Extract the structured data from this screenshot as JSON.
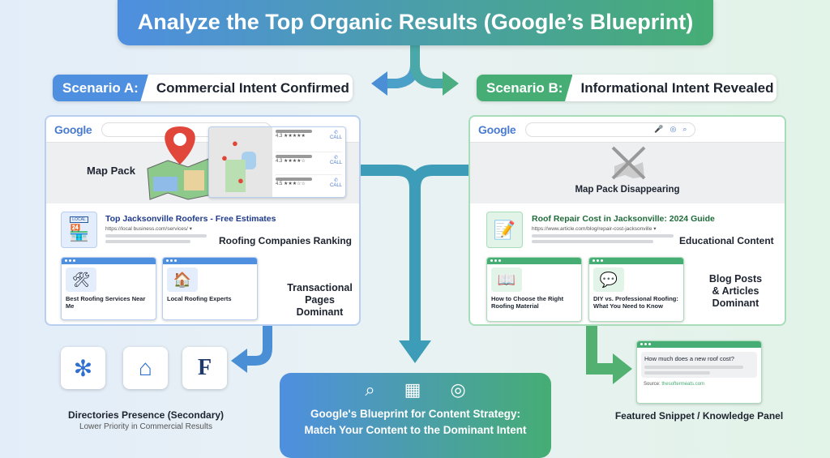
{
  "title": "Analyze the Top Organic Results (Google’s Blueprint)",
  "scenario_a": {
    "label": "Scenario A:",
    "text": "Commercial Intent Confirmed",
    "color": "#4f8fe0",
    "google": "Google",
    "map_pack": "Map Pack",
    "listings": [
      {
        "rating": "4.3 ★★★★★",
        "call": "CALL"
      },
      {
        "rating": "4.3 ★★★★☆",
        "call": "CALL"
      },
      {
        "rating": "4.5 ★★★☆☆",
        "call": "CALL"
      }
    ],
    "result_title": "Top Jacksonville Roofers - Free Estimates",
    "result_url": "https://local business.com/services/ ▾",
    "result_icon_text": "LOCAL",
    "ranking_label": "Roofing Companies Ranking",
    "pages": [
      "Best Roofing Services Near Me",
      "Local Roofing Experts"
    ],
    "dominant_label": "Transactional Pages Dominant",
    "directories_label": "Directories Presence (Secondary)",
    "directories_sub": "Lower Priority in Commercial Results"
  },
  "scenario_b": {
    "label": "Scenario B:",
    "text": "Informational Intent Revealed",
    "color": "#46ad74",
    "google": "Google",
    "map_pack": "Map Pack Disappearing",
    "result_title": "Roof Repair Cost in Jacksonville: 2024 Guide",
    "result_url": "https://www.article.com/blog/repair-cost-jacksonville ▾",
    "edu_label": "Educational Content",
    "pages": [
      "How to Choose the Right Roofing Material",
      "DIY vs. Professional Roofing: What You Need to Know"
    ],
    "dominant_label": "Blog Posts & Articles Dominant",
    "snippet_question": "How much does a new roof cost?",
    "snippet_source_label": "Source:",
    "snippet_source": "thesoftermeats.com",
    "snippet_label": "Featured Snippet / Knowledge Panel"
  },
  "blueprint": {
    "line1": "Google's Blueprint for Content Strategy:",
    "line2": "Match Your Content to the Dominant Intent"
  }
}
